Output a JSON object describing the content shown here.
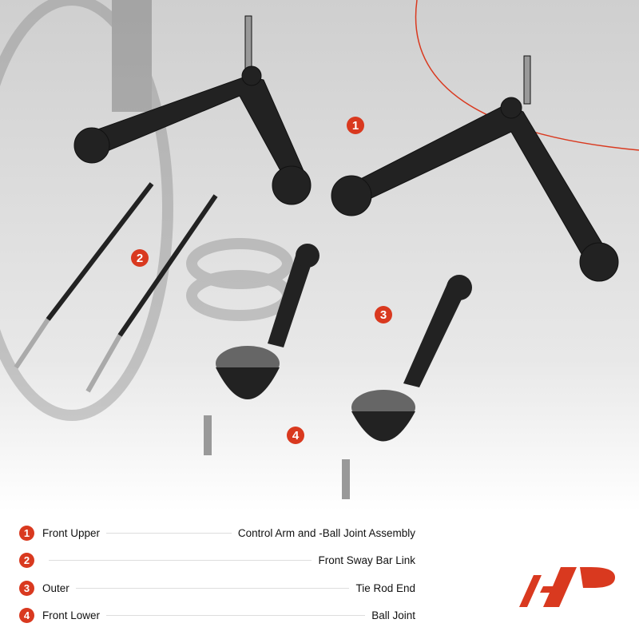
{
  "callouts": [
    "1",
    "2",
    "3",
    "4"
  ],
  "legend": [
    {
      "num": "1",
      "left": "Front Upper",
      "right": "Control Arm and -Ball Joint Assembly"
    },
    {
      "num": "2",
      "left": "",
      "right": "Front Sway Bar Link"
    },
    {
      "num": "3",
      "left": "Outer",
      "right": "Tie Rod End"
    },
    {
      "num": "4",
      "left": "Front Lower",
      "right": "Ball Joint"
    }
  ],
  "colors": {
    "accent": "#d9391f"
  },
  "logo": "A-Premium logo"
}
